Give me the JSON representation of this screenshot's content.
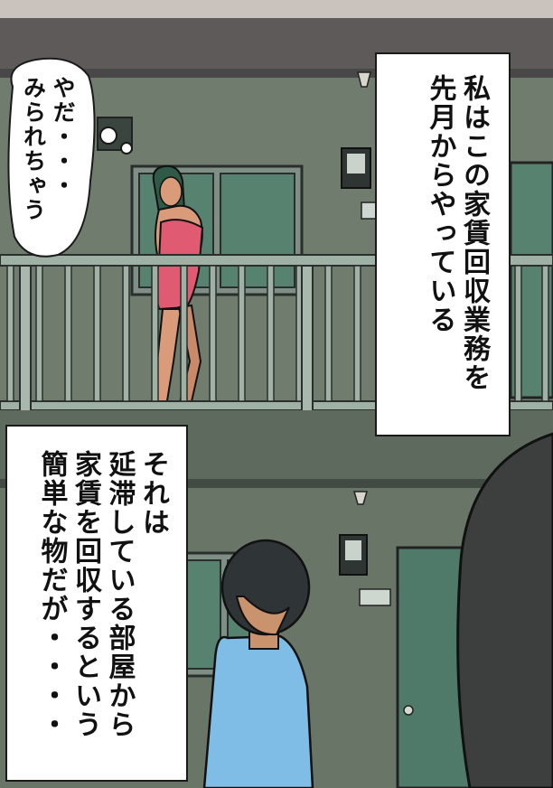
{
  "caption_top": {
    "lines": [
      "私はこの家賃回収業務を",
      "先月からやっている"
    ]
  },
  "caption_bottom": {
    "lines": [
      "それは",
      "延滞している部屋から",
      "家賃を回収するという",
      "簡単な物だが・・・・"
    ]
  },
  "thought_bubble": {
    "lines": [
      "やだ・・・",
      "みられちゃう"
    ]
  },
  "colors": {
    "wall": "#6f7c6e",
    "railing": "#9fb0a4",
    "door": "#4f7a69",
    "dress": "#e05a72"
  }
}
